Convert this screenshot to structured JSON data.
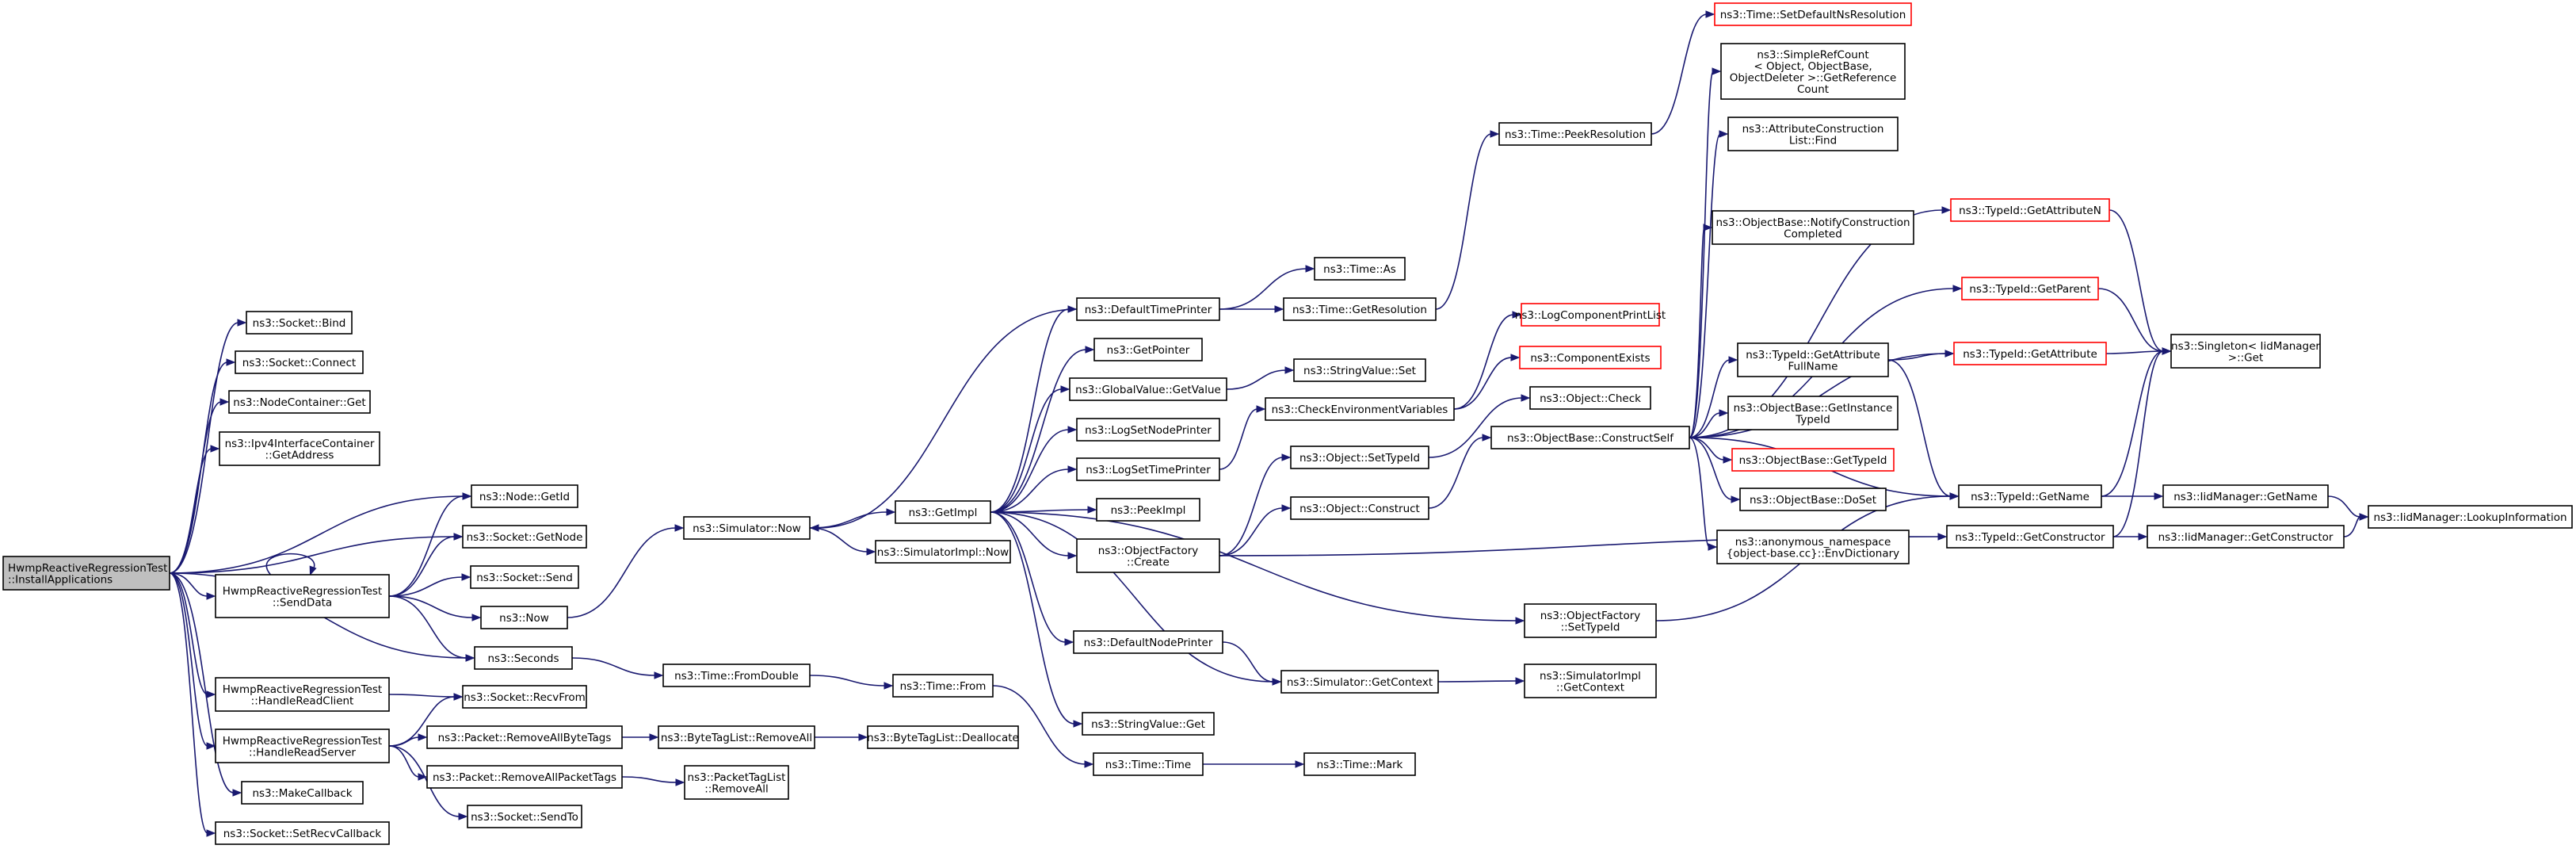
{
  "colors": {
    "edge": "#191970",
    "node_border": "#000000",
    "node_border_truncated": "#ff0000",
    "root_fill": "#bfbfbf",
    "node_fill": "#ffffff"
  },
  "nodes": [
    {
      "id": "root",
      "label": [
        "HwmpReactiveRegressionTest",
        "::InstallApplications"
      ],
      "style": "root"
    },
    {
      "id": "socketBind",
      "label": [
        "ns3::Socket::Bind"
      ]
    },
    {
      "id": "socketConnect",
      "label": [
        "ns3::Socket::Connect"
      ]
    },
    {
      "id": "nodeContainerGet",
      "label": [
        "ns3::NodeContainer::Get"
      ]
    },
    {
      "id": "ipv4GetAddress",
      "label": [
        "ns3::Ipv4InterfaceContainer",
        "::GetAddress"
      ]
    },
    {
      "id": "nodeGetId",
      "label": [
        "ns3::Node::GetId"
      ]
    },
    {
      "id": "socketGetNode",
      "label": [
        "ns3::Socket::GetNode"
      ]
    },
    {
      "id": "sendData",
      "label": [
        "HwmpReactiveRegressionTest",
        "::SendData"
      ]
    },
    {
      "id": "socketSend",
      "label": [
        "ns3::Socket::Send"
      ]
    },
    {
      "id": "ns3Now",
      "label": [
        "ns3::Now"
      ]
    },
    {
      "id": "ns3Seconds",
      "label": [
        "ns3::Seconds"
      ]
    },
    {
      "id": "handleReadClient",
      "label": [
        "HwmpReactiveRegressionTest",
        "::HandleReadClient"
      ]
    },
    {
      "id": "socketRecvFrom",
      "label": [
        "ns3::Socket::RecvFrom"
      ]
    },
    {
      "id": "handleReadServer",
      "label": [
        "HwmpReactiveRegressionTest",
        "::HandleReadServer"
      ]
    },
    {
      "id": "packetRemoveAllByteTags",
      "label": [
        "ns3::Packet::RemoveAllByteTags"
      ]
    },
    {
      "id": "packetRemoveAllPacketTags",
      "label": [
        "ns3::Packet::RemoveAllPacketTags"
      ]
    },
    {
      "id": "socketSendTo",
      "label": [
        "ns3::Socket::SendTo"
      ]
    },
    {
      "id": "makeCallback",
      "label": [
        "ns3::MakeCallback"
      ]
    },
    {
      "id": "setRecvCallback",
      "label": [
        "ns3::Socket::SetRecvCallback"
      ]
    },
    {
      "id": "simulatorNow",
      "label": [
        "ns3::Simulator::Now"
      ]
    },
    {
      "id": "timeFromDouble",
      "label": [
        "ns3::Time::FromDouble"
      ]
    },
    {
      "id": "byteTagListRemoveAll",
      "label": [
        "ns3::ByteTagList::RemoveAll"
      ]
    },
    {
      "id": "packetTagListRemoveAll",
      "label": [
        "ns3::PacketTagList",
        "::RemoveAll"
      ]
    },
    {
      "id": "getImpl",
      "label": [
        "ns3::GetImpl"
      ]
    },
    {
      "id": "simImplNow",
      "label": [
        "ns3::SimulatorImpl::Now"
      ]
    },
    {
      "id": "timeFrom",
      "label": [
        "ns3::Time::From"
      ]
    },
    {
      "id": "byteTagListDeallocate",
      "label": [
        "ns3::ByteTagList::Deallocate"
      ]
    },
    {
      "id": "defaultTimePrinter",
      "label": [
        "ns3::DefaultTimePrinter"
      ]
    },
    {
      "id": "getPointer",
      "label": [
        "ns3::GetPointer"
      ]
    },
    {
      "id": "globalValueGetValue",
      "label": [
        "ns3::GlobalValue::GetValue"
      ]
    },
    {
      "id": "logSetNodePrinter",
      "label": [
        "ns3::LogSetNodePrinter"
      ]
    },
    {
      "id": "logSetTimePrinter",
      "label": [
        "ns3::LogSetTimePrinter"
      ]
    },
    {
      "id": "peekImpl",
      "label": [
        "ns3::PeekImpl"
      ]
    },
    {
      "id": "objectFactoryCreate",
      "label": [
        "ns3::ObjectFactory",
        "::Create"
      ]
    },
    {
      "id": "defaultNodePrinter",
      "label": [
        "ns3::DefaultNodePrinter"
      ]
    },
    {
      "id": "stringValueGet",
      "label": [
        "ns3::StringValue::Get"
      ]
    },
    {
      "id": "timeTime",
      "label": [
        "ns3::Time::Time"
      ]
    },
    {
      "id": "timeAs",
      "label": [
        "ns3::Time::As"
      ]
    },
    {
      "id": "timeGetResolution",
      "label": [
        "ns3::Time::GetResolution"
      ]
    },
    {
      "id": "stringValueSet",
      "label": [
        "ns3::StringValue::Set"
      ]
    },
    {
      "id": "checkEnvVars",
      "label": [
        "ns3::CheckEnvironmentVariables"
      ]
    },
    {
      "id": "objectSetTypeId",
      "label": [
        "ns3::Object::SetTypeId"
      ]
    },
    {
      "id": "objectConstruct",
      "label": [
        "ns3::Object::Construct"
      ]
    },
    {
      "id": "simulatorGetContext",
      "label": [
        "ns3::Simulator::GetContext"
      ]
    },
    {
      "id": "timeMark",
      "label": [
        "ns3::Time::Mark"
      ]
    },
    {
      "id": "timePeekResolution",
      "label": [
        "ns3::Time::PeekResolution"
      ]
    },
    {
      "id": "logComponentPrintList",
      "label": [
        "ns3::LogComponentPrintList"
      ],
      "style": "truncated"
    },
    {
      "id": "componentExists",
      "label": [
        "ns3::ComponentExists"
      ],
      "style": "truncated"
    },
    {
      "id": "objectCheck",
      "label": [
        "ns3::Object::Check"
      ]
    },
    {
      "id": "objectBaseConstructSelf",
      "label": [
        "ns3::ObjectBase::ConstructSelf"
      ]
    },
    {
      "id": "objectFactorySetTypeId",
      "label": [
        "ns3::ObjectFactory",
        "::SetTypeId"
      ]
    },
    {
      "id": "simImplGetContext",
      "label": [
        "ns3::SimulatorImpl",
        "::GetContext"
      ]
    },
    {
      "id": "timeSetDefaultNsResolution",
      "label": [
        "ns3::Time::SetDefaultNsResolution"
      ],
      "style": "truncated"
    },
    {
      "id": "simpleRefCountGetRef",
      "label": [
        "ns3::SimpleRefCount",
        "< Object, ObjectBase,",
        "ObjectDeleter >::GetReference",
        "Count"
      ]
    },
    {
      "id": "attrConstructionListFind",
      "label": [
        "ns3::AttributeConstruction",
        "List::Find"
      ]
    },
    {
      "id": "notifyConstructionCompleted",
      "label": [
        "ns3::ObjectBase::NotifyConstruction",
        "Completed"
      ]
    },
    {
      "id": "typeIdGetAttributeFullName",
      "label": [
        "ns3::TypeId::GetAttribute",
        "FullName"
      ]
    },
    {
      "id": "objectBaseGetInstanceTypeId",
      "label": [
        "ns3::ObjectBase::GetInstance",
        "TypeId"
      ]
    },
    {
      "id": "objectBaseGetTypeId",
      "label": [
        "ns3::ObjectBase::GetTypeId"
      ],
      "style": "truncated"
    },
    {
      "id": "objectBaseDoSet",
      "label": [
        "ns3::ObjectBase::DoSet"
      ]
    },
    {
      "id": "envDictionary",
      "label": [
        "ns3::anonymous_namespace",
        "{object-base.cc}::EnvDictionary"
      ]
    },
    {
      "id": "typeIdGetAttributeN",
      "label": [
        "ns3::TypeId::GetAttributeN"
      ],
      "style": "truncated"
    },
    {
      "id": "typeIdGetParent",
      "label": [
        "ns3::TypeId::GetParent"
      ],
      "style": "truncated"
    },
    {
      "id": "typeIdGetAttribute",
      "label": [
        "ns3::TypeId::GetAttribute"
      ],
      "style": "truncated"
    },
    {
      "id": "typeIdGetName",
      "label": [
        "ns3::TypeId::GetName"
      ]
    },
    {
      "id": "typeIdGetConstructor",
      "label": [
        "ns3::TypeId::GetConstructor"
      ]
    },
    {
      "id": "singletonGet",
      "label": [
        "ns3::Singleton< IidManager",
        ">::Get"
      ]
    },
    {
      "id": "iidManagerGetName",
      "label": [
        "ns3::IidManager::GetName"
      ]
    },
    {
      "id": "iidManagerGetConstructor",
      "label": [
        "ns3::IidManager::GetConstructor"
      ]
    },
    {
      "id": "iidManagerLookupInfo",
      "label": [
        "ns3::IidManager::LookupInformation"
      ]
    }
  ],
  "edges": [
    [
      "root",
      "socketBind"
    ],
    [
      "root",
      "socketConnect"
    ],
    [
      "root",
      "nodeContainerGet"
    ],
    [
      "root",
      "ipv4GetAddress"
    ],
    [
      "root",
      "nodeGetId"
    ],
    [
      "root",
      "socketGetNode"
    ],
    [
      "root",
      "sendData"
    ],
    [
      "root",
      "ns3Seconds"
    ],
    [
      "root",
      "handleReadClient"
    ],
    [
      "root",
      "handleReadServer"
    ],
    [
      "root",
      "makeCallback"
    ],
    [
      "root",
      "setRecvCallback"
    ],
    [
      "sendData",
      "nodeGetId"
    ],
    [
      "sendData",
      "socketGetNode"
    ],
    [
      "sendData",
      "socketSend"
    ],
    [
      "sendData",
      "ns3Now"
    ],
    [
      "sendData",
      "ns3Seconds"
    ],
    [
      "sendData",
      "sendData"
    ],
    [
      "handleReadClient",
      "socketRecvFrom"
    ],
    [
      "handleReadServer",
      "socketRecvFrom"
    ],
    [
      "handleReadServer",
      "packetRemoveAllByteTags"
    ],
    [
      "handleReadServer",
      "packetRemoveAllPacketTags"
    ],
    [
      "handleReadServer",
      "socketSendTo"
    ],
    [
      "ns3Now",
      "simulatorNow"
    ],
    [
      "ns3Seconds",
      "timeFromDouble"
    ],
    [
      "packetRemoveAllByteTags",
      "byteTagListRemoveAll"
    ],
    [
      "packetRemoveAllPacketTags",
      "packetTagListRemoveAll"
    ],
    [
      "simulatorNow",
      "getImpl"
    ],
    [
      "simulatorNow",
      "simImplNow"
    ],
    [
      "timeFromDouble",
      "timeFrom"
    ],
    [
      "byteTagListRemoveAll",
      "byteTagListDeallocate"
    ],
    [
      "timeFrom",
      "timeTime"
    ],
    [
      "getImpl",
      "defaultTimePrinter"
    ],
    [
      "getImpl",
      "getPointer"
    ],
    [
      "getImpl",
      "globalValueGetValue"
    ],
    [
      "getImpl",
      "logSetNodePrinter"
    ],
    [
      "getImpl",
      "logSetTimePrinter"
    ],
    [
      "getImpl",
      "peekImpl"
    ],
    [
      "getImpl",
      "objectFactoryCreate"
    ],
    [
      "getImpl",
      "defaultNodePrinter"
    ],
    [
      "getImpl",
      "stringValueGet"
    ],
    [
      "getImpl",
      "objectFactorySetTypeId"
    ],
    [
      "getImpl",
      "simulatorGetContext"
    ],
    [
      "defaultTimePrinter",
      "simulatorNow"
    ],
    [
      "defaultTimePrinter",
      "timeAs"
    ],
    [
      "defaultTimePrinter",
      "timeGetResolution"
    ],
    [
      "timeGetResolution",
      "timePeekResolution"
    ],
    [
      "timePeekResolution",
      "timeSetDefaultNsResolution"
    ],
    [
      "globalValueGetValue",
      "stringValueSet"
    ],
    [
      "logSetTimePrinter",
      "checkEnvVars"
    ],
    [
      "checkEnvVars",
      "logComponentPrintList"
    ],
    [
      "checkEnvVars",
      "componentExists"
    ],
    [
      "objectFactoryCreate",
      "objectSetTypeId"
    ],
    [
      "objectFactoryCreate",
      "objectConstruct"
    ],
    [
      "objectFactoryCreate",
      "typeIdGetConstructor"
    ],
    [
      "objectSetTypeId",
      "objectCheck"
    ],
    [
      "objectConstruct",
      "objectBaseConstructSelf"
    ],
    [
      "defaultNodePrinter",
      "simulatorGetContext"
    ],
    [
      "simulatorGetContext",
      "simImplGetContext"
    ],
    [
      "timeTime",
      "timeMark"
    ],
    [
      "objectFactorySetTypeId",
      "typeIdGetName"
    ],
    [
      "objectBaseConstructSelf",
      "simpleRefCountGetRef"
    ],
    [
      "objectBaseConstructSelf",
      "attrConstructionListFind"
    ],
    [
      "objectBaseConstructSelf",
      "notifyConstructionCompleted"
    ],
    [
      "objectBaseConstructSelf",
      "typeIdGetAttributeFullName"
    ],
    [
      "objectBaseConstructSelf",
      "objectBaseGetInstanceTypeId"
    ],
    [
      "objectBaseConstructSelf",
      "objectBaseGetTypeId"
    ],
    [
      "objectBaseConstructSelf",
      "objectBaseDoSet"
    ],
    [
      "objectBaseConstructSelf",
      "envDictionary"
    ],
    [
      "objectBaseConstructSelf",
      "typeIdGetAttributeN"
    ],
    [
      "objectBaseConstructSelf",
      "typeIdGetParent"
    ],
    [
      "objectBaseConstructSelf",
      "typeIdGetAttribute"
    ],
    [
      "objectBaseConstructSelf",
      "typeIdGetName"
    ],
    [
      "typeIdGetAttributeFullName",
      "typeIdGetAttribute"
    ],
    [
      "typeIdGetAttributeFullName",
      "typeIdGetName"
    ],
    [
      "typeIdGetAttributeN",
      "singletonGet"
    ],
    [
      "typeIdGetParent",
      "singletonGet"
    ],
    [
      "typeIdGetAttribute",
      "singletonGet"
    ],
    [
      "typeIdGetName",
      "singletonGet"
    ],
    [
      "typeIdGetName",
      "iidManagerGetName"
    ],
    [
      "typeIdGetConstructor",
      "singletonGet"
    ],
    [
      "typeIdGetConstructor",
      "iidManagerGetConstructor"
    ],
    [
      "iidManagerGetName",
      "iidManagerLookupInfo"
    ],
    [
      "iidManagerGetConstructor",
      "iidManagerLookupInfo"
    ]
  ]
}
